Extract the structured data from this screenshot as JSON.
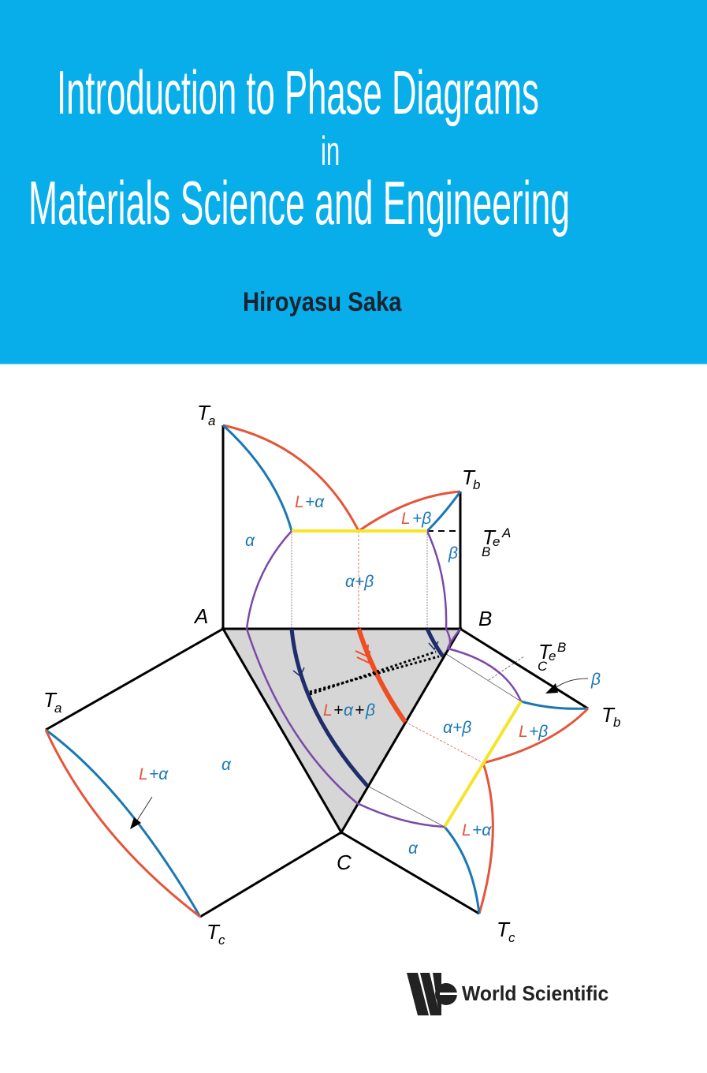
{
  "cover": {
    "background_color": "#07aeea",
    "title_line1": "Introduction to Phase Diagrams",
    "title_line2": "in",
    "title_line3": "Materials Science and Engineering",
    "author": "Hiroyasu Saka",
    "publisher": "World Scientific"
  },
  "diagram": {
    "colors": {
      "liquidus": "#e5553a",
      "solidus": "#1a78b4",
      "solvus": "#7a4aa8",
      "eutectic_line": "#f4e52a",
      "valley": "#1f2d6a",
      "valley_red": "#ef4e23",
      "triangle_fill": "#d6d6d6",
      "frame": "#000000"
    },
    "vertex_labels": {
      "A": "A",
      "B": "B",
      "C": "C"
    },
    "temperature_labels": {
      "top_Ta": "T",
      "top_Ta_sub": "a",
      "top_Tb": "T",
      "top_Tb_sub": "b",
      "top_Te": "T",
      "top_Te_sup": "A",
      "top_Te_e": "e",
      "top_Te_sub": "B",
      "right_Te": "T",
      "right_Te_sup": "B",
      "right_Te_e": "e",
      "right_Te_sub": "C",
      "right_Tb": "T",
      "right_Tb_sub": "b",
      "right_Tc": "T",
      "right_Tc_sub": "c",
      "left_Ta": "T",
      "left_Ta_sub": "a",
      "left_Tc": "T",
      "left_Tc_sub": "c"
    },
    "region_labels": {
      "top_L": "L",
      "top_plus_alpha": "+α",
      "top_alpha": "α",
      "top_alpha_beta": "α+β",
      "top_L2": "L",
      "top_plus_beta": "+β",
      "top_beta": "β",
      "center_L": "L",
      "center_plus": "+",
      "center_alpha": "α",
      "center_plus2": "+",
      "center_beta": "β",
      "right_alpha_beta": "α+β",
      "right_L": "L",
      "right_plus_beta": "+β",
      "right_beta": "β",
      "right_L2": "L",
      "right_plus_alpha": "+α",
      "right_alpha": "α",
      "left_L": "L",
      "left_plus_alpha": "+α",
      "left_alpha": "α"
    }
  }
}
